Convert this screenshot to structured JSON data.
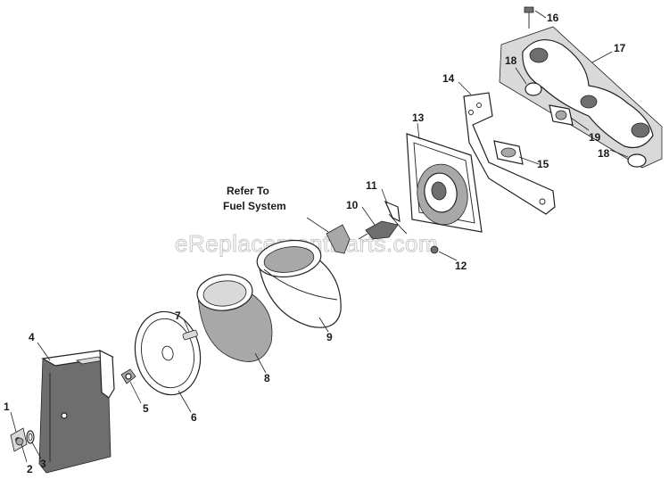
{
  "watermark": "eReplacementParts.com",
  "reference_note": {
    "line1": "Refer To",
    "line2": "Fuel System"
  },
  "callouts": [
    "1",
    "2",
    "3",
    "4",
    "5",
    "6",
    "7",
    "8",
    "9",
    "10",
    "11",
    "12",
    "13",
    "14",
    "15",
    "16",
    "17",
    "18",
    "18",
    "19"
  ]
}
